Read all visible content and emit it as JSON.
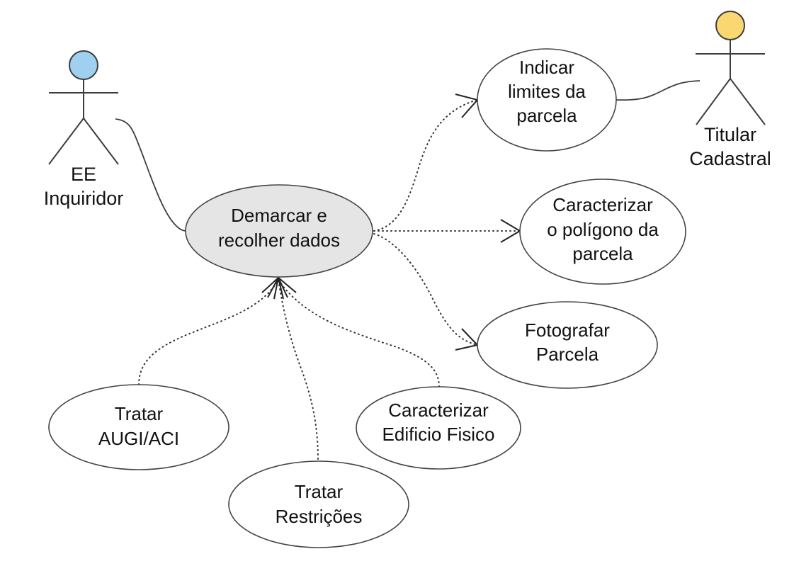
{
  "diagram": {
    "type": "UML use case diagram",
    "actors": [
      {
        "id": "ee-inquiridor",
        "lines": [
          "EE",
          "Inquiridor"
        ],
        "head_color": "#9fd0f0"
      },
      {
        "id": "titular-cadastral",
        "lines": [
          "Titular",
          "Cadastral"
        ],
        "head_color": "#fad770"
      }
    ],
    "use_cases": [
      {
        "id": "demarcar",
        "lines": [
          "Demarcar e",
          "recolher dados"
        ],
        "fill": "#e5e5e5"
      },
      {
        "id": "indicar-limites",
        "lines": [
          "Indicar",
          "limites da",
          "parcela"
        ],
        "fill": "#ffffff"
      },
      {
        "id": "caracterizar-poligono",
        "lines": [
          "Caracterizar",
          "o polígono da",
          "parcela"
        ],
        "fill": "#ffffff"
      },
      {
        "id": "fotografar",
        "lines": [
          "Fotografar",
          "Parcela"
        ],
        "fill": "#ffffff"
      },
      {
        "id": "tratar-augi",
        "lines": [
          "Tratar",
          "AUGI/ACI"
        ],
        "fill": "#ffffff"
      },
      {
        "id": "tratar-restricoes",
        "lines": [
          "Tratar",
          "Restrições"
        ],
        "fill": "#ffffff"
      },
      {
        "id": "caracterizar-edificio",
        "lines": [
          "Caracterizar",
          "Edificio Fisico"
        ],
        "fill": "#ffffff"
      }
    ],
    "relationships": [
      {
        "from": "ee-inquiridor",
        "to": "demarcar",
        "kind": "association"
      },
      {
        "from": "titular-cadastral",
        "to": "indicar-limites",
        "kind": "association"
      },
      {
        "from": "demarcar",
        "to": "indicar-limites",
        "kind": "dependency"
      },
      {
        "from": "demarcar",
        "to": "caracterizar-poligono",
        "kind": "dependency"
      },
      {
        "from": "demarcar",
        "to": "fotografar",
        "kind": "dependency"
      },
      {
        "from": "tratar-augi",
        "to": "demarcar",
        "kind": "dependency"
      },
      {
        "from": "tratar-restricoes",
        "to": "demarcar",
        "kind": "dependency"
      },
      {
        "from": "caracterizar-edificio",
        "to": "demarcar",
        "kind": "dependency"
      }
    ]
  }
}
